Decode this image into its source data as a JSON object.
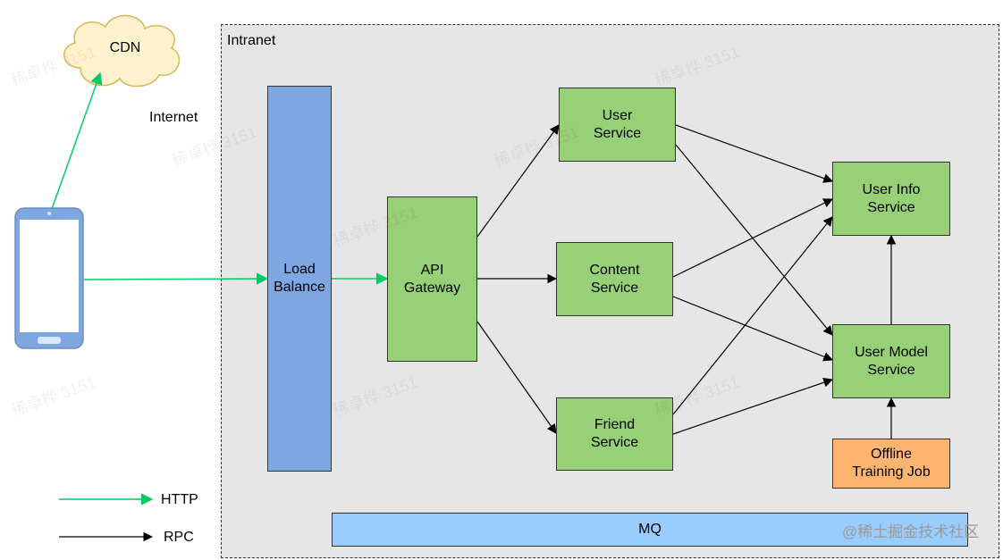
{
  "nodes": {
    "cdn": "CDN",
    "internet": "Internet",
    "intranet": "Intranet",
    "load_balance": "Load\nBalance",
    "api_gateway": "API\nGateway",
    "user_service": "User\nService",
    "content_service": "Content\nService",
    "friend_service": "Friend\nService",
    "user_info_service": "User Info\nService",
    "user_model_service": "User Model\nService",
    "offline_training_job": "Offline\nTraining Job",
    "mq": "MQ"
  },
  "legend": {
    "http": "HTTP",
    "rpc": "RPC"
  },
  "watermark": {
    "repeat": "稀卓桦 3151",
    "credit": "@稀土掘金技术社区"
  },
  "colors": {
    "http": "#00cc66",
    "rpc": "#000000",
    "service": "#97d077",
    "balancer": "#7ea6e0",
    "job": "#ffb570",
    "mq": "#99ccff"
  }
}
